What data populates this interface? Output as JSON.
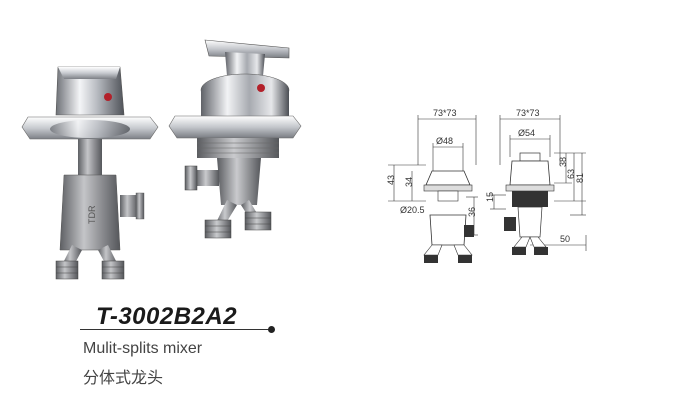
{
  "product": {
    "model": "T-3002B2A2",
    "name_en": "Mulit-splits mixer",
    "name_cn": "分体式龙头"
  },
  "drawing_left": {
    "top_width": "73*73",
    "diameter_top": "Ø48",
    "diameter_bottom": "Ø20.5",
    "height_total": "43",
    "height_body": "34",
    "height_lower": "36"
  },
  "drawing_right": {
    "top_width": "73*73",
    "diameter_top": "Ø54",
    "height_38": "38",
    "height_63": "63",
    "height_81": "81",
    "height_15": "15",
    "width_50": "50"
  },
  "casting_mark": "TDR",
  "colors": {
    "chrome": "#c9ccd1",
    "nickel": "#8c8d90",
    "hot_dot": "#b3202a"
  }
}
